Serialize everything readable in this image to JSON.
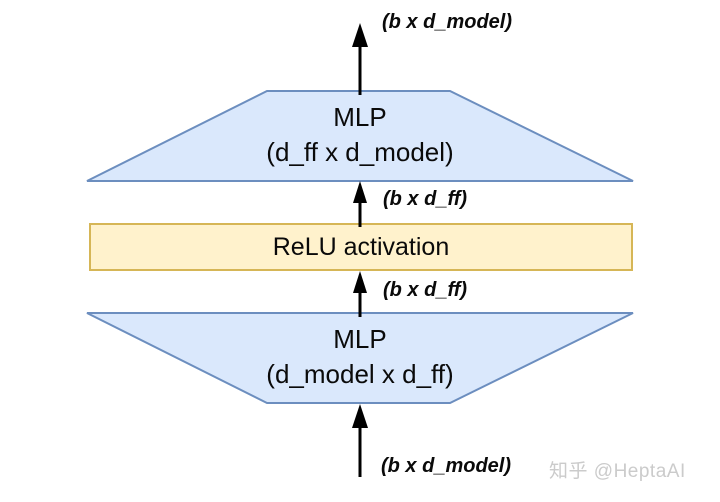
{
  "diagram": {
    "colors": {
      "background": "#ffffff",
      "block_fill": "#dae8fc",
      "block_stroke": "#6c8ebf",
      "activation_fill": "#fff2cc",
      "activation_stroke": "#d6b656",
      "arrow_color": "#000000",
      "text_color": "#0a0a0a",
      "watermark_color": "#cbcbcb"
    },
    "output_label": "(b x d_model)",
    "top_block": {
      "title": "MLP",
      "dims": "(d_ff x d_model)"
    },
    "hidden_label_upper": "(b x d_ff)",
    "activation_block": {
      "label": "ReLU activation"
    },
    "hidden_label_lower": "(b x d_ff)",
    "bottom_block": {
      "title": "MLP",
      "dims": "(d_model x d_ff)"
    },
    "input_label": "(b x d_model)",
    "watermark": "知乎 @HeptaAI"
  }
}
